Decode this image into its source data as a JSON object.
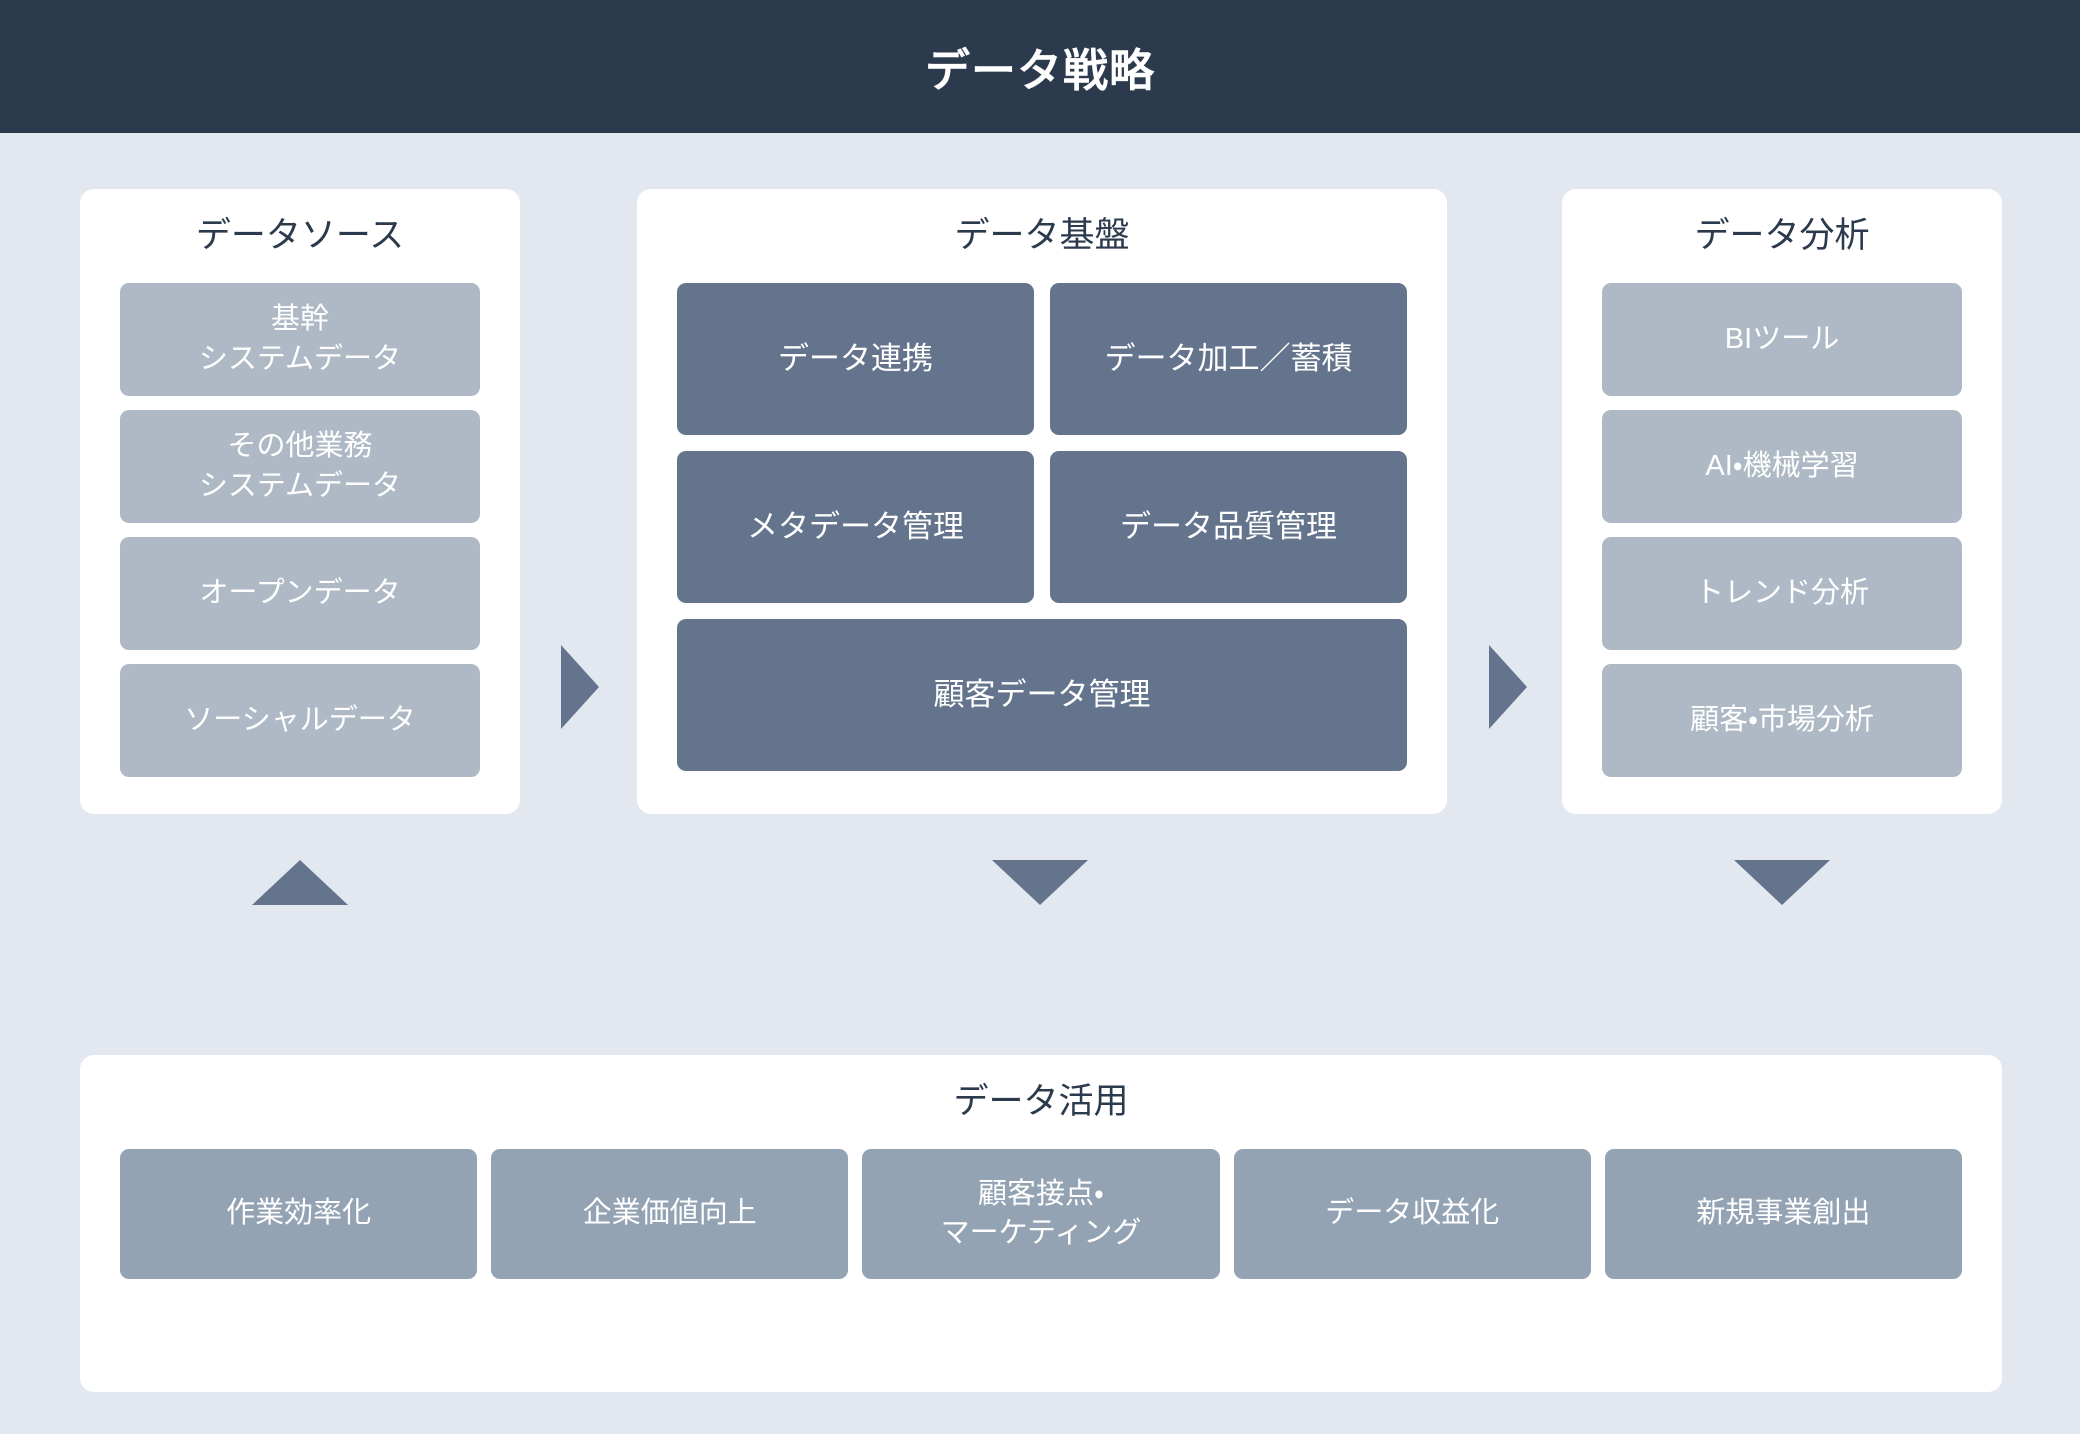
{
  "header": {
    "title": "データ戦略"
  },
  "colors": {
    "header_bg": "#2b3a4d",
    "page_bg": "#e3e8f0",
    "panel_bg": "#ffffff",
    "tile_light": "#aeb9c5",
    "tile_dark": "#64748c",
    "tile_mid": "#94a3b4",
    "arrow": "#64748c",
    "title_text": "#2b3a4d",
    "tile_text": "#ffffff"
  },
  "panels": {
    "source": {
      "title": "データソース",
      "items": [
        {
          "line1": "基幹",
          "line2": "システムデータ"
        },
        {
          "line1": "その他業務",
          "line2": "システムデータ"
        },
        {
          "line1": "オープンデータ",
          "line2": ""
        },
        {
          "line1": "ソーシャルデータ",
          "line2": ""
        }
      ]
    },
    "platform": {
      "title": "データ基盤",
      "items": [
        {
          "label": "データ連携"
        },
        {
          "label": "データ加工／蓄積"
        },
        {
          "label": "メタデータ管理"
        },
        {
          "label": "データ品質管理"
        }
      ],
      "wide_item": {
        "label": "顧客データ管理"
      }
    },
    "analysis": {
      "title": "データ分析",
      "items": [
        {
          "line1": "BIツール",
          "line2": ""
        },
        {
          "line1": "AI・機械学習",
          "line2": ""
        },
        {
          "line1": "トレンド分析",
          "line2": ""
        },
        {
          "line1": "顧客・市場分析",
          "line2": ""
        }
      ]
    },
    "usage": {
      "title": "データ活用",
      "items": [
        {
          "line1": "作業効率化",
          "line2": ""
        },
        {
          "line1": "企業価値向上",
          "line2": ""
        },
        {
          "line1": "顧客接点・",
          "line2": "マーケティング"
        },
        {
          "line1": "データ収益化",
          "line2": ""
        },
        {
          "line1": "新規事業創出",
          "line2": ""
        }
      ]
    }
  },
  "arrows": [
    {
      "name": "source-to-platform",
      "direction": "right"
    },
    {
      "name": "platform-to-analysis",
      "direction": "right"
    },
    {
      "name": "usage-to-source",
      "direction": "up"
    },
    {
      "name": "platform-to-usage",
      "direction": "down"
    },
    {
      "name": "analysis-to-usage",
      "direction": "down"
    }
  ]
}
